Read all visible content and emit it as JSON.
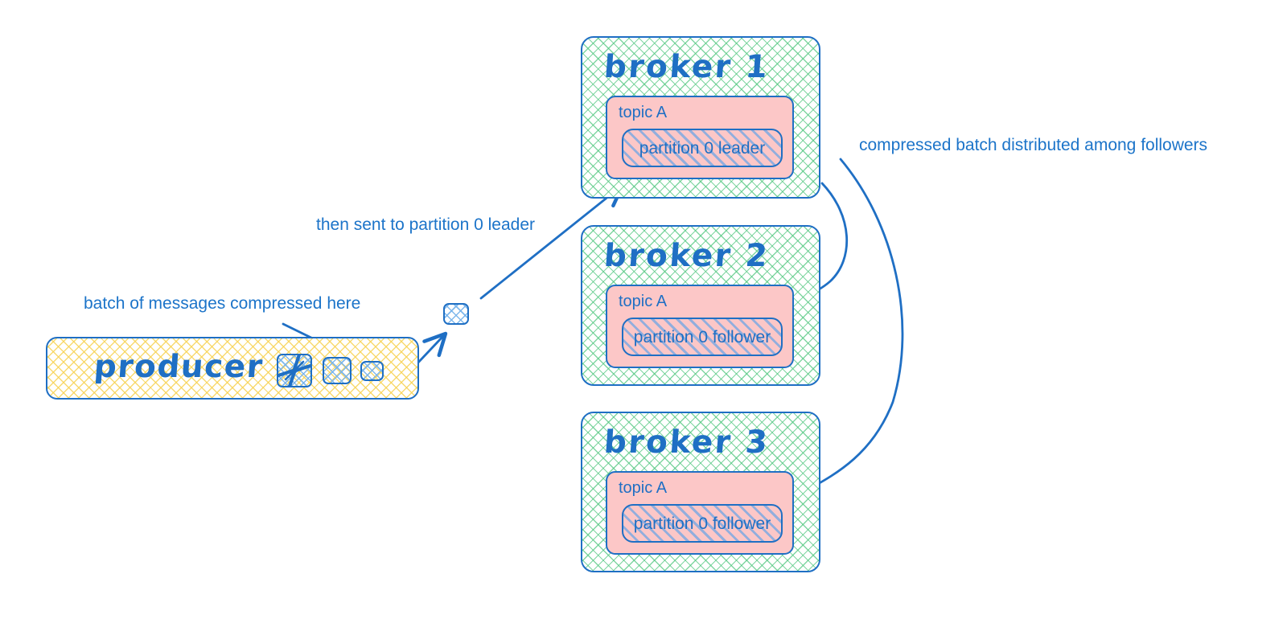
{
  "diagram": {
    "title": "Kafka producer compressed batch distribution",
    "colors": {
      "stroke": "#1f6fc4",
      "text": "#1c74c9",
      "topic_fill": "#fcc7c7",
      "broker_hatch": "#55c882",
      "producer_hatch": "#f7d358",
      "partition_stripe": "#80aae1"
    }
  },
  "producer": {
    "label": "producer",
    "messages": [
      {
        "name": "message-box-large",
        "icon": "compress-icon"
      },
      {
        "name": "message-box-medium",
        "icon": ""
      },
      {
        "name": "message-box-small",
        "icon": ""
      }
    ]
  },
  "batch": {
    "label": "compressed-batch"
  },
  "brokers": [
    {
      "title": "broker 1",
      "topic": "topic A",
      "partition": "partition 0 leader"
    },
    {
      "title": "broker 2",
      "topic": "topic A",
      "partition": "partition 0 follower"
    },
    {
      "title": "broker 3",
      "topic": "topic A",
      "partition": "partition 0 follower"
    }
  ],
  "annotations": {
    "batch_compressed": "batch of messages compressed here",
    "sent_to_leader": "then sent to partition 0 leader",
    "distributed": "compressed batch distributed among followers"
  }
}
